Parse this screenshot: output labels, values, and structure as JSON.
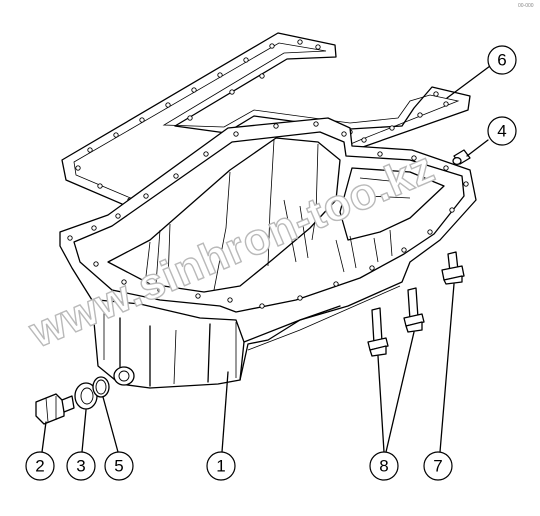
{
  "watermark": "www.sinhron-too.kz",
  "corner_mark": "00-000",
  "callouts": [
    {
      "id": "part-1",
      "label": "1"
    },
    {
      "id": "part-2",
      "label": "2"
    },
    {
      "id": "part-3",
      "label": "3"
    },
    {
      "id": "part-4",
      "label": "4"
    },
    {
      "id": "part-5",
      "label": "5"
    },
    {
      "id": "part-6",
      "label": "6"
    },
    {
      "id": "part-7",
      "label": "7"
    },
    {
      "id": "part-8",
      "label": "8"
    }
  ]
}
